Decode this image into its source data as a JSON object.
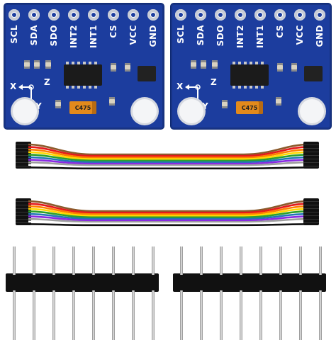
{
  "boards": [
    {
      "pins": [
        "SCL",
        "SDA",
        "SDO",
        "INT2",
        "INT1",
        "CS",
        "VCC",
        "GND"
      ],
      "capacitor_label": "C475",
      "axes": {
        "x": "X",
        "y": "Y",
        "z": "Z"
      }
    },
    {
      "pins": [
        "SCL",
        "SDA",
        "SDO",
        "INT2",
        "INT1",
        "CS",
        "VCC",
        "GND"
      ],
      "capacitor_label": "C475",
      "axes": {
        "x": "X",
        "y": "Y",
        "z": "Z"
      }
    }
  ],
  "colors": {
    "pcb": "#1c3d9e",
    "cable_wires": [
      "#8b5a2b",
      "#e41a1c",
      "#ff7f00",
      "#ffd700",
      "#2ca02c",
      "#1f77b4",
      "#8a2be2",
      "#9e9e9e",
      "#ffffff",
      "#111111"
    ],
    "header_plastic": "#111111",
    "pin_metal": "#d0d0d0"
  },
  "items": {
    "boards": 2,
    "jumper_cables": 2,
    "pin_headers": 2,
    "pins_per_header": 8
  }
}
